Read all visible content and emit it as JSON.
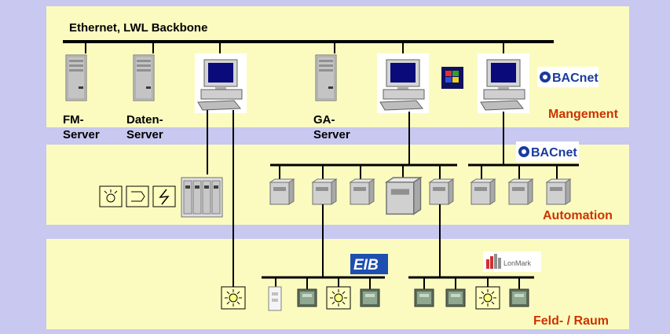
{
  "backbone": {
    "label": "Ethernet, LWL Backbone"
  },
  "servers": {
    "fm": {
      "line1": "FM-",
      "line2": "Server"
    },
    "daten": {
      "line1": "Daten-",
      "line2": "Server"
    },
    "ga": {
      "line1": "GA-",
      "line2": "Server"
    }
  },
  "layers": {
    "management": "Mangement",
    "automation": "Automation",
    "feld": "Feld- / Raum"
  },
  "logos": {
    "bacnet_top": "BACnet",
    "bacnet_mid": "BACnet",
    "eib": "EIB",
    "lonmark": "LonMark",
    "windows": "WindowsNT"
  },
  "colors": {
    "band": "#fbfbc0",
    "background": "#c8c8f0",
    "layer_label": "#cc3300",
    "bacnet_blue": "#1a3a9c",
    "eib_blue": "#1e4fb0"
  }
}
